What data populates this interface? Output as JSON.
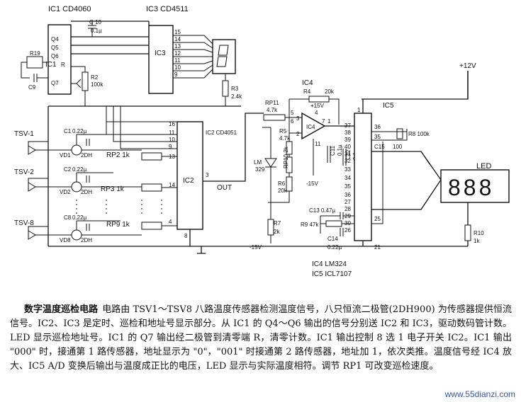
{
  "chips": {
    "ic1_title": "IC1   CD4060",
    "ic3_title": "IC3 CD4511",
    "ic3_name": "IC3",
    "ic1_name": "IC1",
    "ic2_title": "IC2 CD4051",
    "ic2_name": "IC2",
    "ic4_name": "IC4",
    "ic4_inner": "IC4",
    "ic5_name": "IC5",
    "ic4_part": "IC4  LM324",
    "ic5_part": "IC5  ICL7107"
  },
  "ic1_pins": [
    "Q4",
    "Q5",
    "Q6",
    "R",
    "Q7"
  ],
  "labels": {
    "r19": "R19",
    "c9": "C9",
    "c10": "C 10",
    "c10_val": "0.1µ",
    "r2": "R2",
    "r2_val": "100k",
    "r3": "R3",
    "r3_val": "2.4k",
    "supply": "+12V",
    "rp11": "RP11",
    "rp11_val": "4.7k",
    "r4": "R4",
    "r4_val": "20k",
    "plus15": "+15V",
    "minus15a": "-15V",
    "minus15b": "-15V",
    "r5": "R5",
    "r5_val": "4.7k",
    "rp10": "RP10 2k",
    "r6": "R6",
    "r6_val": "20k",
    "r7": "R7",
    "r7_val": "2k",
    "lm": "LM",
    "lm_val": "329",
    "out": "OUT",
    "c11": "C11",
    "c11_val": "0.1µ",
    "c12": "C12",
    "c12_val": "0.1µ",
    "r8": "R8 100k",
    "c15": "C15",
    "c15_val": "100",
    "c13": "C13 0.47µ",
    "r9": "R9 47k",
    "c14": "C14",
    "c14_val": "0.22µ",
    "r10": "R10",
    "r10_val": "1k",
    "led": "LED",
    "tsv1": "TSV-1",
    "tsv2": "TSV-2",
    "tsv8": "TSV-8",
    "c1": "C1",
    "c1_val": "0.22µ",
    "c2": "C2",
    "c2_val": "0.22µ",
    "c8": "C8",
    "c8_val": "0.22µ",
    "vd1": "VD1",
    "vd2": "VD2",
    "vd8": "VD8",
    "d_type": "2DH",
    "rp2": "RP2 1k",
    "rp3": "RP3 1k",
    "rp9": "RP9 1k",
    "led_digits": "888"
  },
  "pins": {
    "ic3": [
      "15",
      "14",
      "13",
      "12",
      "11",
      "10",
      "9"
    ],
    "ic2_top": [
      "16",
      "11",
      "10",
      "9"
    ],
    "ic2_in": [
      "13",
      "14",
      "4"
    ],
    "ic2_out": "3",
    "ic2_gnd": "8",
    "ic4": [
      "3",
      "2",
      "4",
      "1",
      "11"
    ],
    "ic5_left": [
      "37",
      "38",
      "39",
      "40",
      "31",
      "32",
      "33",
      "34",
      "35",
      "36",
      "28",
      "29",
      "30",
      "27",
      "26",
      "25",
      "21"
    ],
    "ic5_top": "1",
    "ic5_right": [
      "36",
      "35"
    ],
    "r_misc": [
      "7",
      "6",
      "5"
    ]
  },
  "caption": {
    "title": "数字温度巡检电路",
    "body": "电路由 TSV1～TSV8 八路温度传感器检测温度信号，八只恒流二极管(2DH900) 为传感器提供恒流信号。IC2、IC3 是定时、巡检和地址号显示部分。从 IC1 的 Q4～Q6 输出的信号分别送 IC2 和 IC3，驱动数码管计数。LED 显示巡检地址号。IC1 的 Q7 输出经二极管到清零端 R，清零计数。IC1 输出控制 8 选 1 电子开关 IC2。IC1 输出 \"000\" 时，接通第 1 路传感器，地址显示为 \"0\"，\"001\" 时接通第 2 路传感器，地址加 1，依次类推。温度信号经 IC4 放大、IC5 A/D 变换后输出与温度成正比的电压，LED 显示与实际温度相符。调节 RP1 可改变巡检速度。"
  },
  "watermark": "www.55dianzi.com"
}
